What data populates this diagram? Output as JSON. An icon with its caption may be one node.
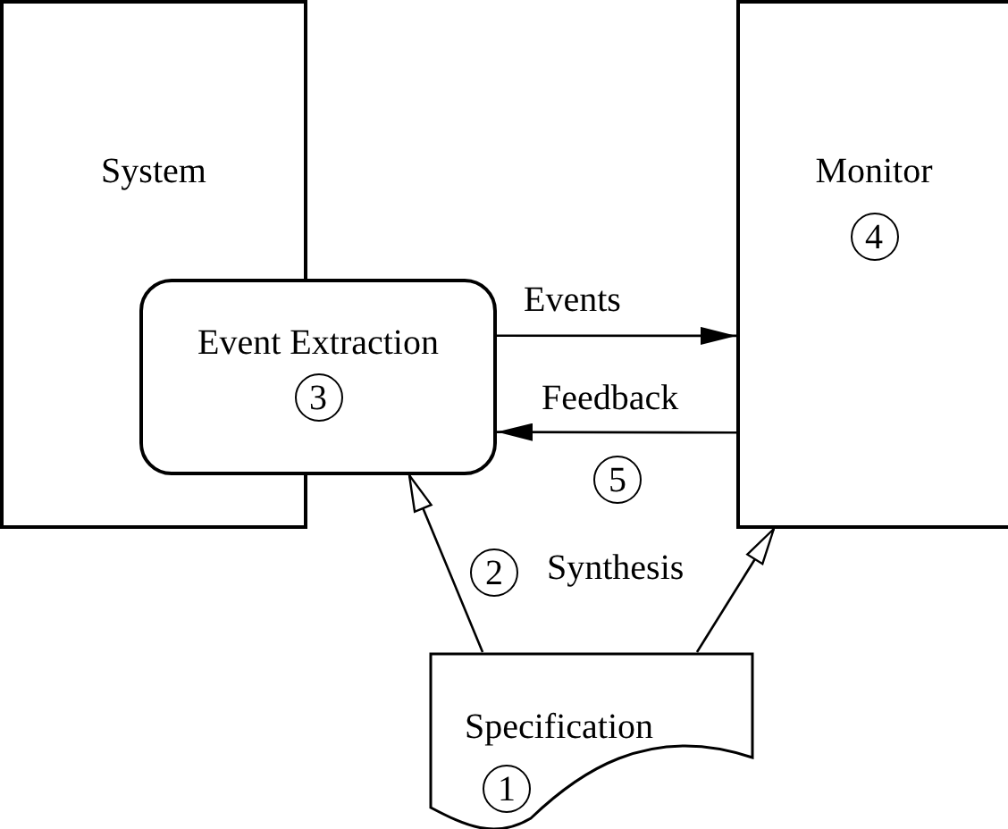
{
  "diagram": {
    "nodes": [
      {
        "text": [
          "System"
        ]
      },
      {
        "text": [
          "Event Extraction",
          "3"
        ]
      },
      {
        "text": [
          "Monitor",
          "4"
        ]
      },
      {
        "text": [
          "Specification",
          "1"
        ]
      }
    ],
    "edges": [
      {
        "from": 1,
        "to": 2,
        "arrow": "to",
        "label": "Events"
      },
      {
        "from": 2,
        "to": 1,
        "arrow": "to",
        "label": "Feedback"
      },
      {
        "from": 3,
        "to": 1,
        "arrow": "to"
      },
      {
        "from": 3,
        "to": 2,
        "arrow": "to"
      }
    ],
    "labels": [
      "5",
      "2",
      "Synthesis"
    ]
  }
}
